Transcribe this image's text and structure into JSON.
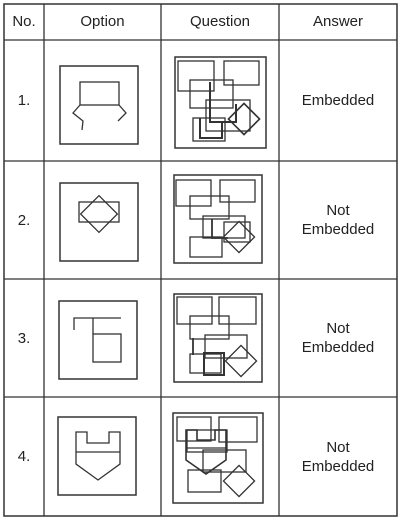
{
  "table": {
    "headers": {
      "no": "No.",
      "option": "Option",
      "question": "Question",
      "answer": "Answer"
    },
    "rows": [
      {
        "no": "1.",
        "answer": [
          "Embedded"
        ],
        "option_figure": "open-box-with-bent-legs",
        "question_figure": "overlapping-rectangles-with-bold-embedded-shape"
      },
      {
        "no": "2.",
        "answer": [
          "Not",
          "Embedded"
        ],
        "option_figure": "square-with-inscribed-diamond",
        "question_figure": "overlapping-rectangles-with-diamond"
      },
      {
        "no": "3.",
        "answer": [
          "Not",
          "Embedded"
        ],
        "option_figure": "square-with-hook-line",
        "question_figure": "overlapping-rectangles-with-bold-square"
      },
      {
        "no": "4.",
        "answer": [
          "Not",
          "Embedded"
        ],
        "option_figure": "pentagon-with-notches",
        "question_figure": "overlapping-rectangles-with-pentagon"
      }
    ]
  },
  "colors": {
    "line": "#333333",
    "background": "#ffffff",
    "text": "#222222"
  }
}
